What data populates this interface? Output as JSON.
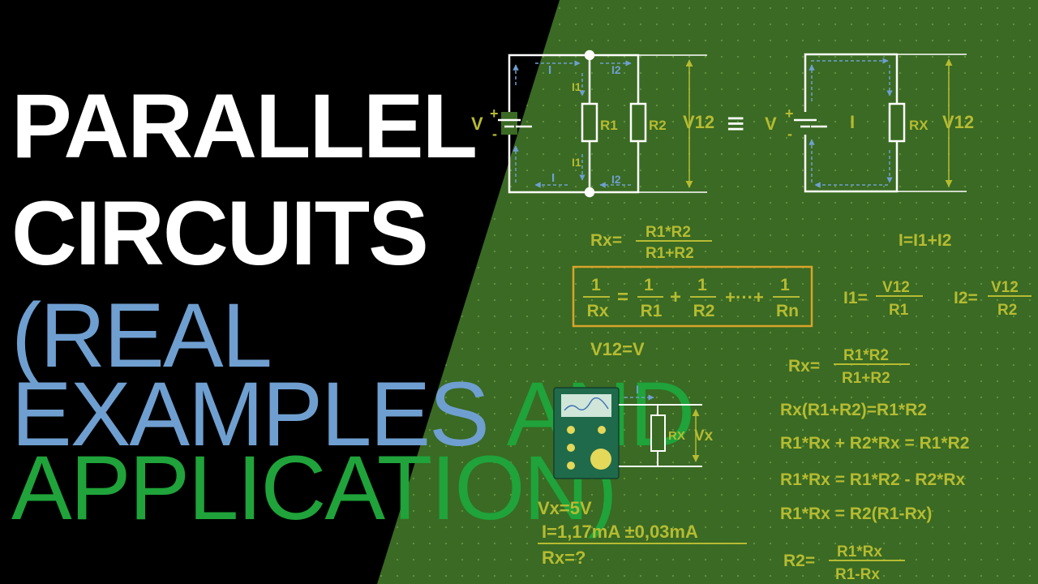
{
  "title": {
    "line1": "PARALLEL",
    "line2": "CIRCUITS",
    "line3": "(REAL",
    "line4_a": "EXAMPLES",
    "line4_b": "AND",
    "line5": "APPLICATION)"
  },
  "colors": {
    "board": "#3a6a23",
    "chalk_yellow": "#b6bb32",
    "title_white": "#ffffff",
    "title_blue": "#6f9fd0",
    "title_green": "#1fa33a",
    "box_outline": "#d8a42a"
  },
  "circuit1": {
    "v": "V",
    "i_top": "I",
    "i2_top": "I2",
    "i1_top": "I1",
    "r1": "R1",
    "r2": "R2",
    "v12": "V12",
    "i1_bot": "I1",
    "i_bot": "I",
    "i2_bot": "I2"
  },
  "equiv": "≡",
  "circuit2": {
    "v": "V",
    "i": "I",
    "rx": "RX",
    "v12": "V12"
  },
  "formulas": {
    "rx_label": "Rx=",
    "rx_num": "R1*R2",
    "rx_den": "R1+R2",
    "i_sum": "I=I1+I2",
    "box": {
      "t1n": "1",
      "t1d": "Rx",
      "eq": "=",
      "t2n": "1",
      "t2d": "R1",
      "plus1": "+",
      "t3n": "1",
      "t3d": "R2",
      "dots": "+···+",
      "t4n": "1",
      "t4d": "Rn"
    },
    "i1_label": "I1=",
    "i1_num": "V12",
    "i1_den": "R1",
    "i2_label": "I2=",
    "i2_num": "V12",
    "i2_den": "R2",
    "v12_eq": "V12=V"
  },
  "derivation": {
    "rx_label": "Rx=",
    "rx_num": "R1*R2",
    "rx_den": "R1+R2",
    "line1": "Rx(R1+R2)=R1*R2",
    "line2": "R1*Rx + R2*Rx = R1*R2",
    "line3": "R1*Rx = R1*R2 - R2*Rx",
    "line4": "R1*Rx = R2(R1-Rx)",
    "r2_label": "R2=",
    "r2_num": "R1*Rx",
    "r2_den": "R1-Rx"
  },
  "meter": {
    "i": "I",
    "rx": "RX",
    "vx": "Vx"
  },
  "measure": {
    "vx": "Vx=5V",
    "i": "I=1,17mA ±0,03mA",
    "rx": "Rx=?"
  }
}
